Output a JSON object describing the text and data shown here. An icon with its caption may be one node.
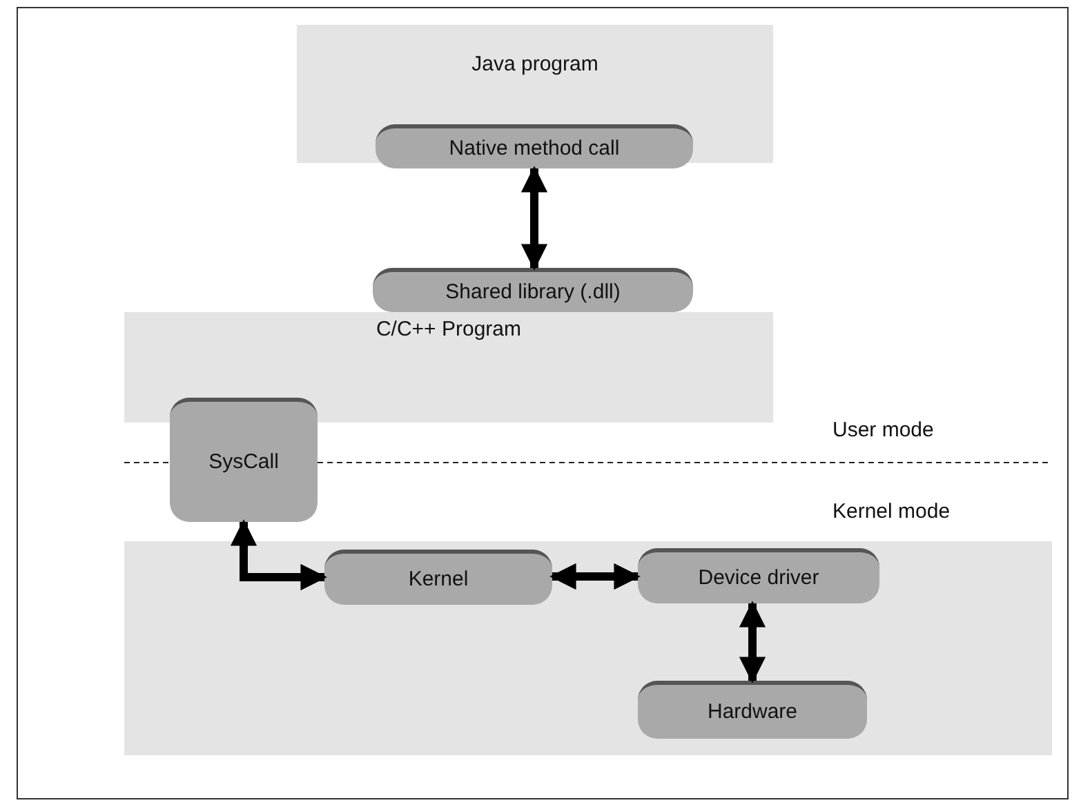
{
  "diagram": {
    "nodes": [
      {
        "text": [
          "Java program"
        ]
      },
      {
        "text": [
          "Native method call"
        ],
        "in": 0
      },
      {
        "text": [
          "Shared library (.dll)"
        ]
      },
      {
        "text": [
          "C/C++ Program"
        ]
      },
      {
        "text": [
          "SysCall"
        ]
      },
      {
        "text": [
          "Kernel"
        ]
      },
      {
        "text": [
          "Device driver"
        ]
      },
      {
        "text": [
          "Hardware"
        ]
      }
    ],
    "edges": [
      {
        "from": 1,
        "to": 2,
        "arrow": "both"
      },
      {
        "from": 4,
        "to": 5,
        "arrow": "both"
      },
      {
        "from": 5,
        "to": 6,
        "arrow": "both"
      },
      {
        "from": 6,
        "to": 7,
        "arrow": "both"
      }
    ],
    "labels": [
      "User mode",
      "Kernel mode"
    ]
  }
}
